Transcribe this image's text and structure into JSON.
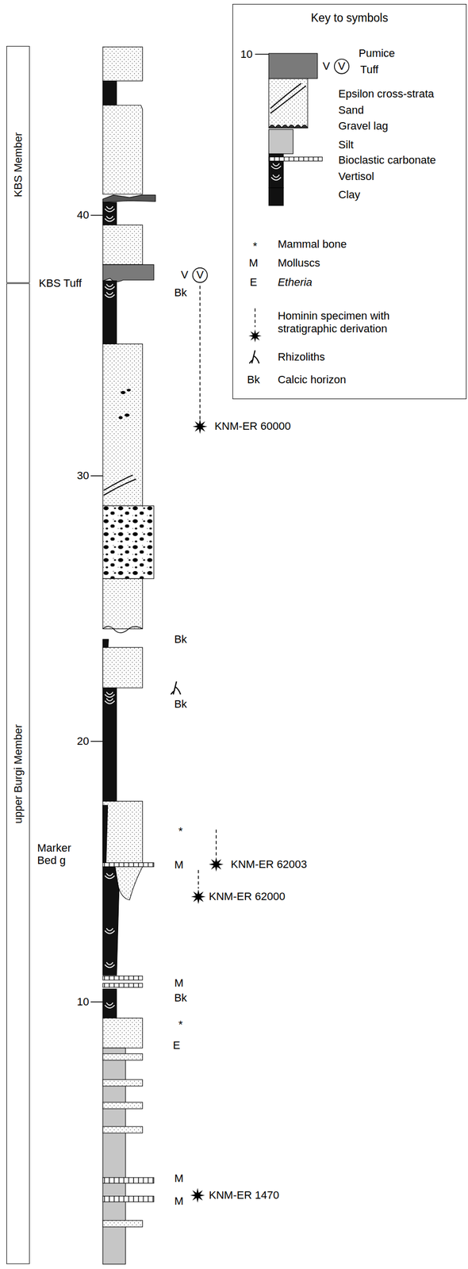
{
  "diagram": {
    "nodes": [
      {
        "text": [
          "KBS Member"
        ]
      },
      {
        "text": [
          "upper Burgi Member"
        ]
      },
      {
        "text": [
          "Key to symbols"
        ]
      }
    ],
    "labels": [
      "40",
      "30",
      "20",
      "10",
      "KBS Tuff",
      "V",
      "V",
      "Bk",
      "KNM-ER 60000",
      "Bk",
      "Bk",
      "*",
      "Marker Bed g",
      "M",
      "KNM-ER 62003",
      "KNM-ER 62000",
      "M",
      "Bk",
      "*",
      "E",
      "M",
      "M",
      "KNM-ER 1470",
      "10",
      "V",
      "V",
      "*",
      "M",
      "E",
      "Bk"
    ],
    "legend": [
      {
        "text": "Pumice"
      },
      {
        "text": "Tuff",
        "color": "#7a7a7a"
      },
      {
        "text": "Epsilon cross-strata"
      },
      {
        "text": "Sand"
      },
      {
        "text": "Gravel lag"
      },
      {
        "text": "Silt",
        "color": "#c6c6c6"
      },
      {
        "text": "Bioclastic carbonate"
      },
      {
        "text": "Vertisol"
      },
      {
        "text": "Clay",
        "color": "#111111"
      },
      {
        "text": "Mammal bone"
      },
      {
        "text": "Molluscs"
      },
      {
        "text": "Etheria"
      },
      {
        "text": "Hominin specimen with stratigraphic derivation"
      },
      {
        "text": "Rhizoliths"
      },
      {
        "text": "Calcic horizon"
      }
    ]
  }
}
